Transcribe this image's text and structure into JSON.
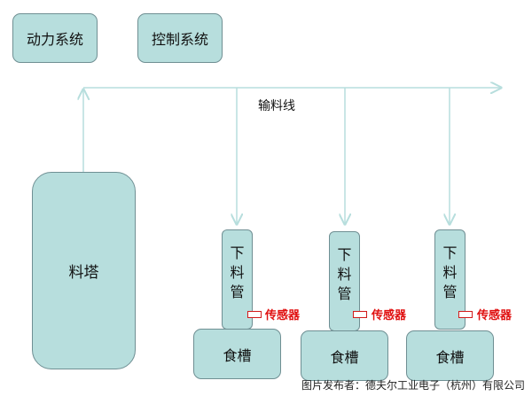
{
  "systems": {
    "power": "动力系统",
    "control": "控制系统"
  },
  "feed_line": {
    "label": "输料线"
  },
  "tower": {
    "label": "料塔"
  },
  "stations": [
    {
      "pipe": [
        "下",
        "料",
        "管"
      ],
      "sensor": "传感器",
      "trough": "食槽"
    },
    {
      "pipe": [
        "下",
        "料",
        "管"
      ],
      "sensor": "传感器",
      "trough": "食槽"
    },
    {
      "pipe": [
        "下",
        "料",
        "管"
      ],
      "sensor": "传感器",
      "trough": "食槽"
    }
  ],
  "credit": "图片发布者：德夫尔工业电子（杭州）有限公司",
  "colors": {
    "box_fill": "#b7dedd",
    "box_border": "#6f8f93",
    "line": "#b7dedd",
    "sensor": "#e01010"
  }
}
